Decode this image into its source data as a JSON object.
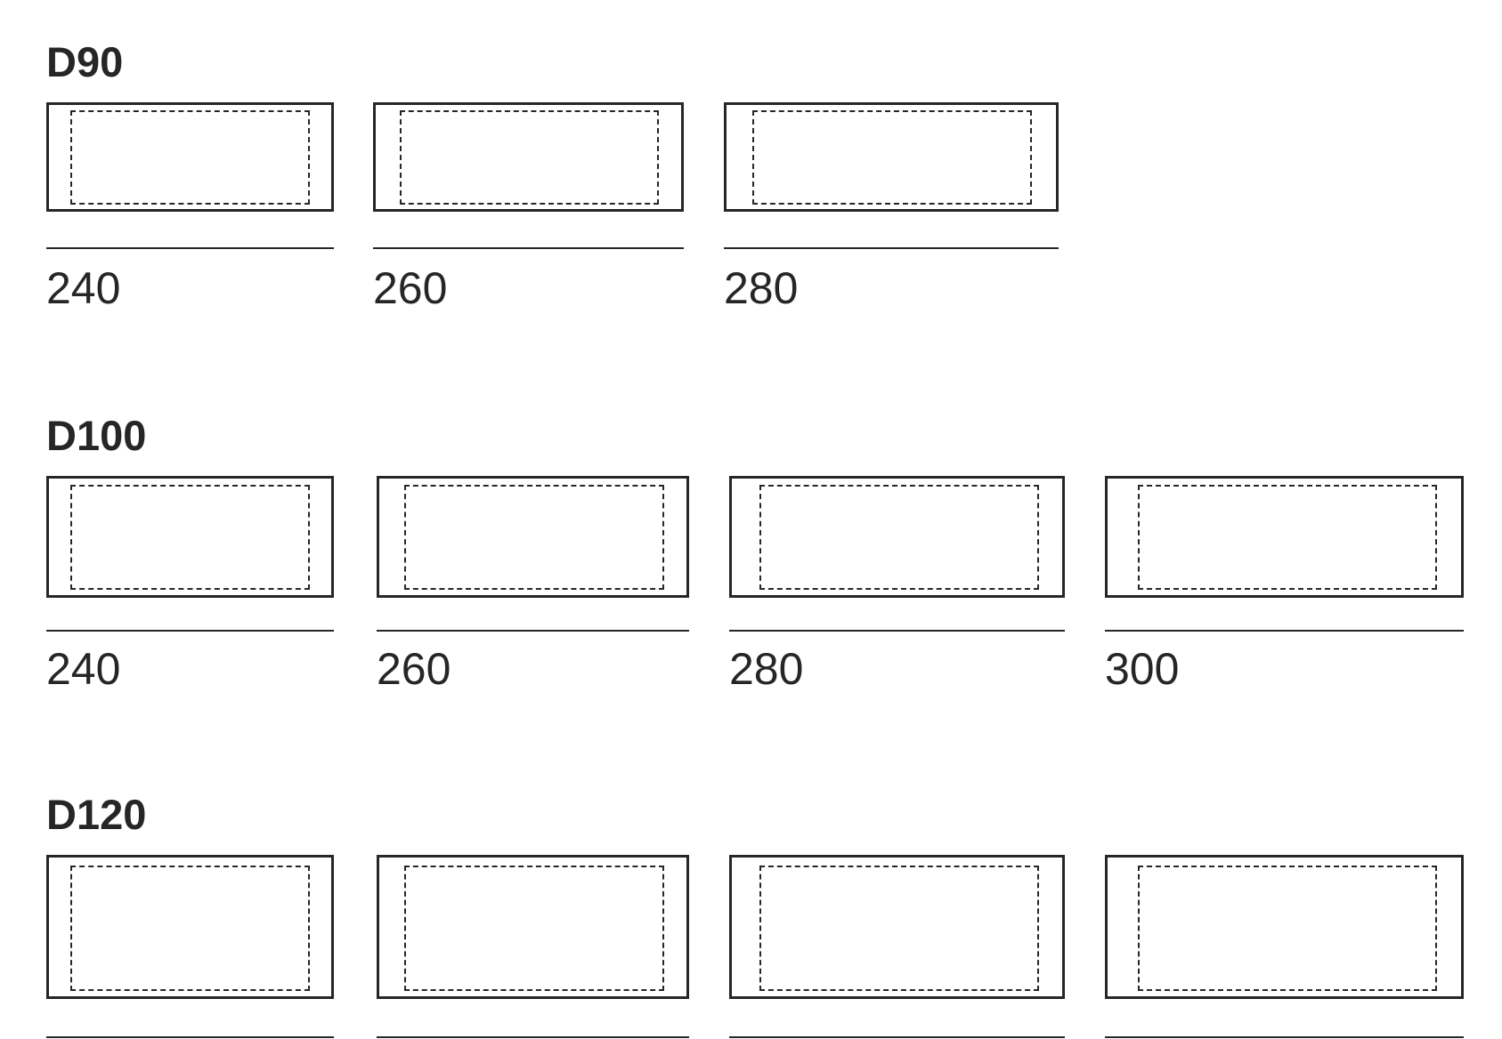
{
  "groups": [
    {
      "title": "D90",
      "modules": [
        {
          "label": "240"
        },
        {
          "label": "260"
        },
        {
          "label": "280"
        }
      ]
    },
    {
      "title": "D100",
      "modules": [
        {
          "label": "240"
        },
        {
          "label": "260"
        },
        {
          "label": "280"
        },
        {
          "label": "300"
        }
      ]
    },
    {
      "title": "D120",
      "modules": [
        {
          "label": ""
        },
        {
          "label": ""
        },
        {
          "label": ""
        },
        {
          "label": ""
        }
      ]
    }
  ]
}
